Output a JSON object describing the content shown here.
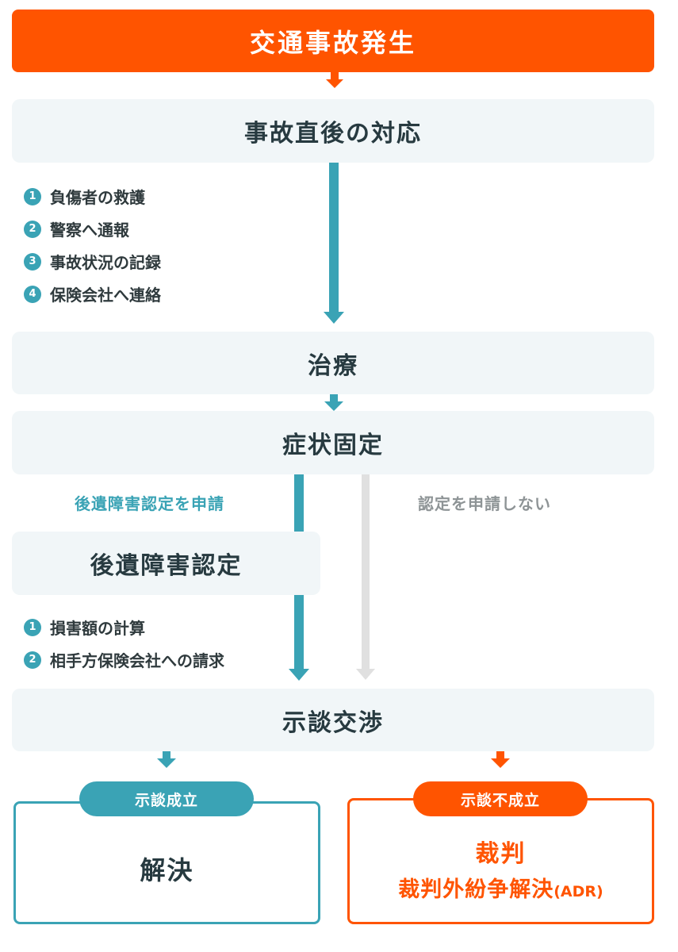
{
  "top": {
    "title": "交通事故発生"
  },
  "step1": {
    "title": "事故直後の対応",
    "items": [
      "負傷者の救護",
      "警察へ通報",
      "事故状況の記録",
      "保険会社へ連絡"
    ]
  },
  "step2": {
    "title": "治療"
  },
  "step3": {
    "title": "症状固定"
  },
  "branch": {
    "apply_label": "後遺障害認定を申請",
    "no_apply_label": "認定を申請しない"
  },
  "step4": {
    "title": "後遺障害認定",
    "items": [
      "損害額の計算",
      "相手方保険会社への請求"
    ]
  },
  "step5": {
    "title": "示談交渉"
  },
  "outcome_success": {
    "badge": "示談成立",
    "title": "解決"
  },
  "outcome_fail": {
    "badge": "示談不成立",
    "line1": "裁判",
    "line2": "裁判外紛争解決",
    "line2_suffix": "(ADR)"
  },
  "colors": {
    "accent_orange": "#ff5400",
    "accent_teal": "#3aa3b5",
    "neutral_gray": "#e0e0e0",
    "box_bg": "#f1f6f8"
  }
}
